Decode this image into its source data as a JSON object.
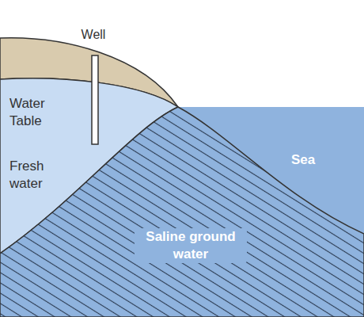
{
  "diagram": {
    "nodes": [
      {
        "text": [
          "Fresh water"
        ]
      },
      {
        "text": [
          "Sea"
        ]
      },
      {
        "text": [
          "Saline ground water"
        ]
      }
    ],
    "labels": [
      "Well",
      "Water Table"
    ]
  }
}
